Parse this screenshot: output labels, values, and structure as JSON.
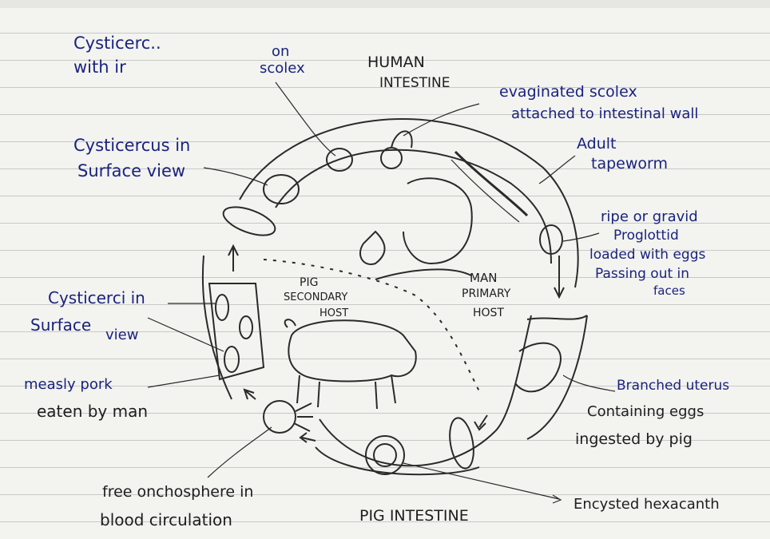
{
  "labels": {
    "cysticercus_invag_1": "Cysticerc..",
    "cysticercus_invag_2": "with ir",
    "on_scolex_1": "on",
    "on_scolex_2": "scolex",
    "human_intestine_1": "HUMAN",
    "human_intestine_2": "INTESTINE",
    "evaginated_1": "evaginated scolex",
    "evaginated_2": "attached to intestinal wall",
    "cyst_surface_1": "Cysticercus in",
    "cyst_surface_2": "Surface view",
    "adult_1": "Adult",
    "adult_2": "tapeworm",
    "ripe_1": "ripe or gravid",
    "ripe_2": "Proglottid",
    "ripe_3": "loaded with eggs",
    "ripe_4": "Passing out in",
    "ripe_5": "faces",
    "pig_host_1": "PIG",
    "pig_host_2": "SECONDARY",
    "pig_host_3": "HOST",
    "man_host_1": "MAN",
    "man_host_2": "PRIMARY",
    "man_host_3": "HOST",
    "cysticerci_1": "Cysticerci in",
    "cysticerci_2": "Surface",
    "cysticerci_3": "view",
    "measly_1": "measly pork",
    "measly_2": "eaten by man",
    "branched_1": "Branched uterus",
    "branched_2": "Containing eggs",
    "branched_3": "ingested by pig",
    "free_1": "free onchosphere in",
    "free_2": "blood circulation",
    "pig_intestine": "PIG INTESTINE",
    "encysted": "Encysted hexacanth"
  }
}
